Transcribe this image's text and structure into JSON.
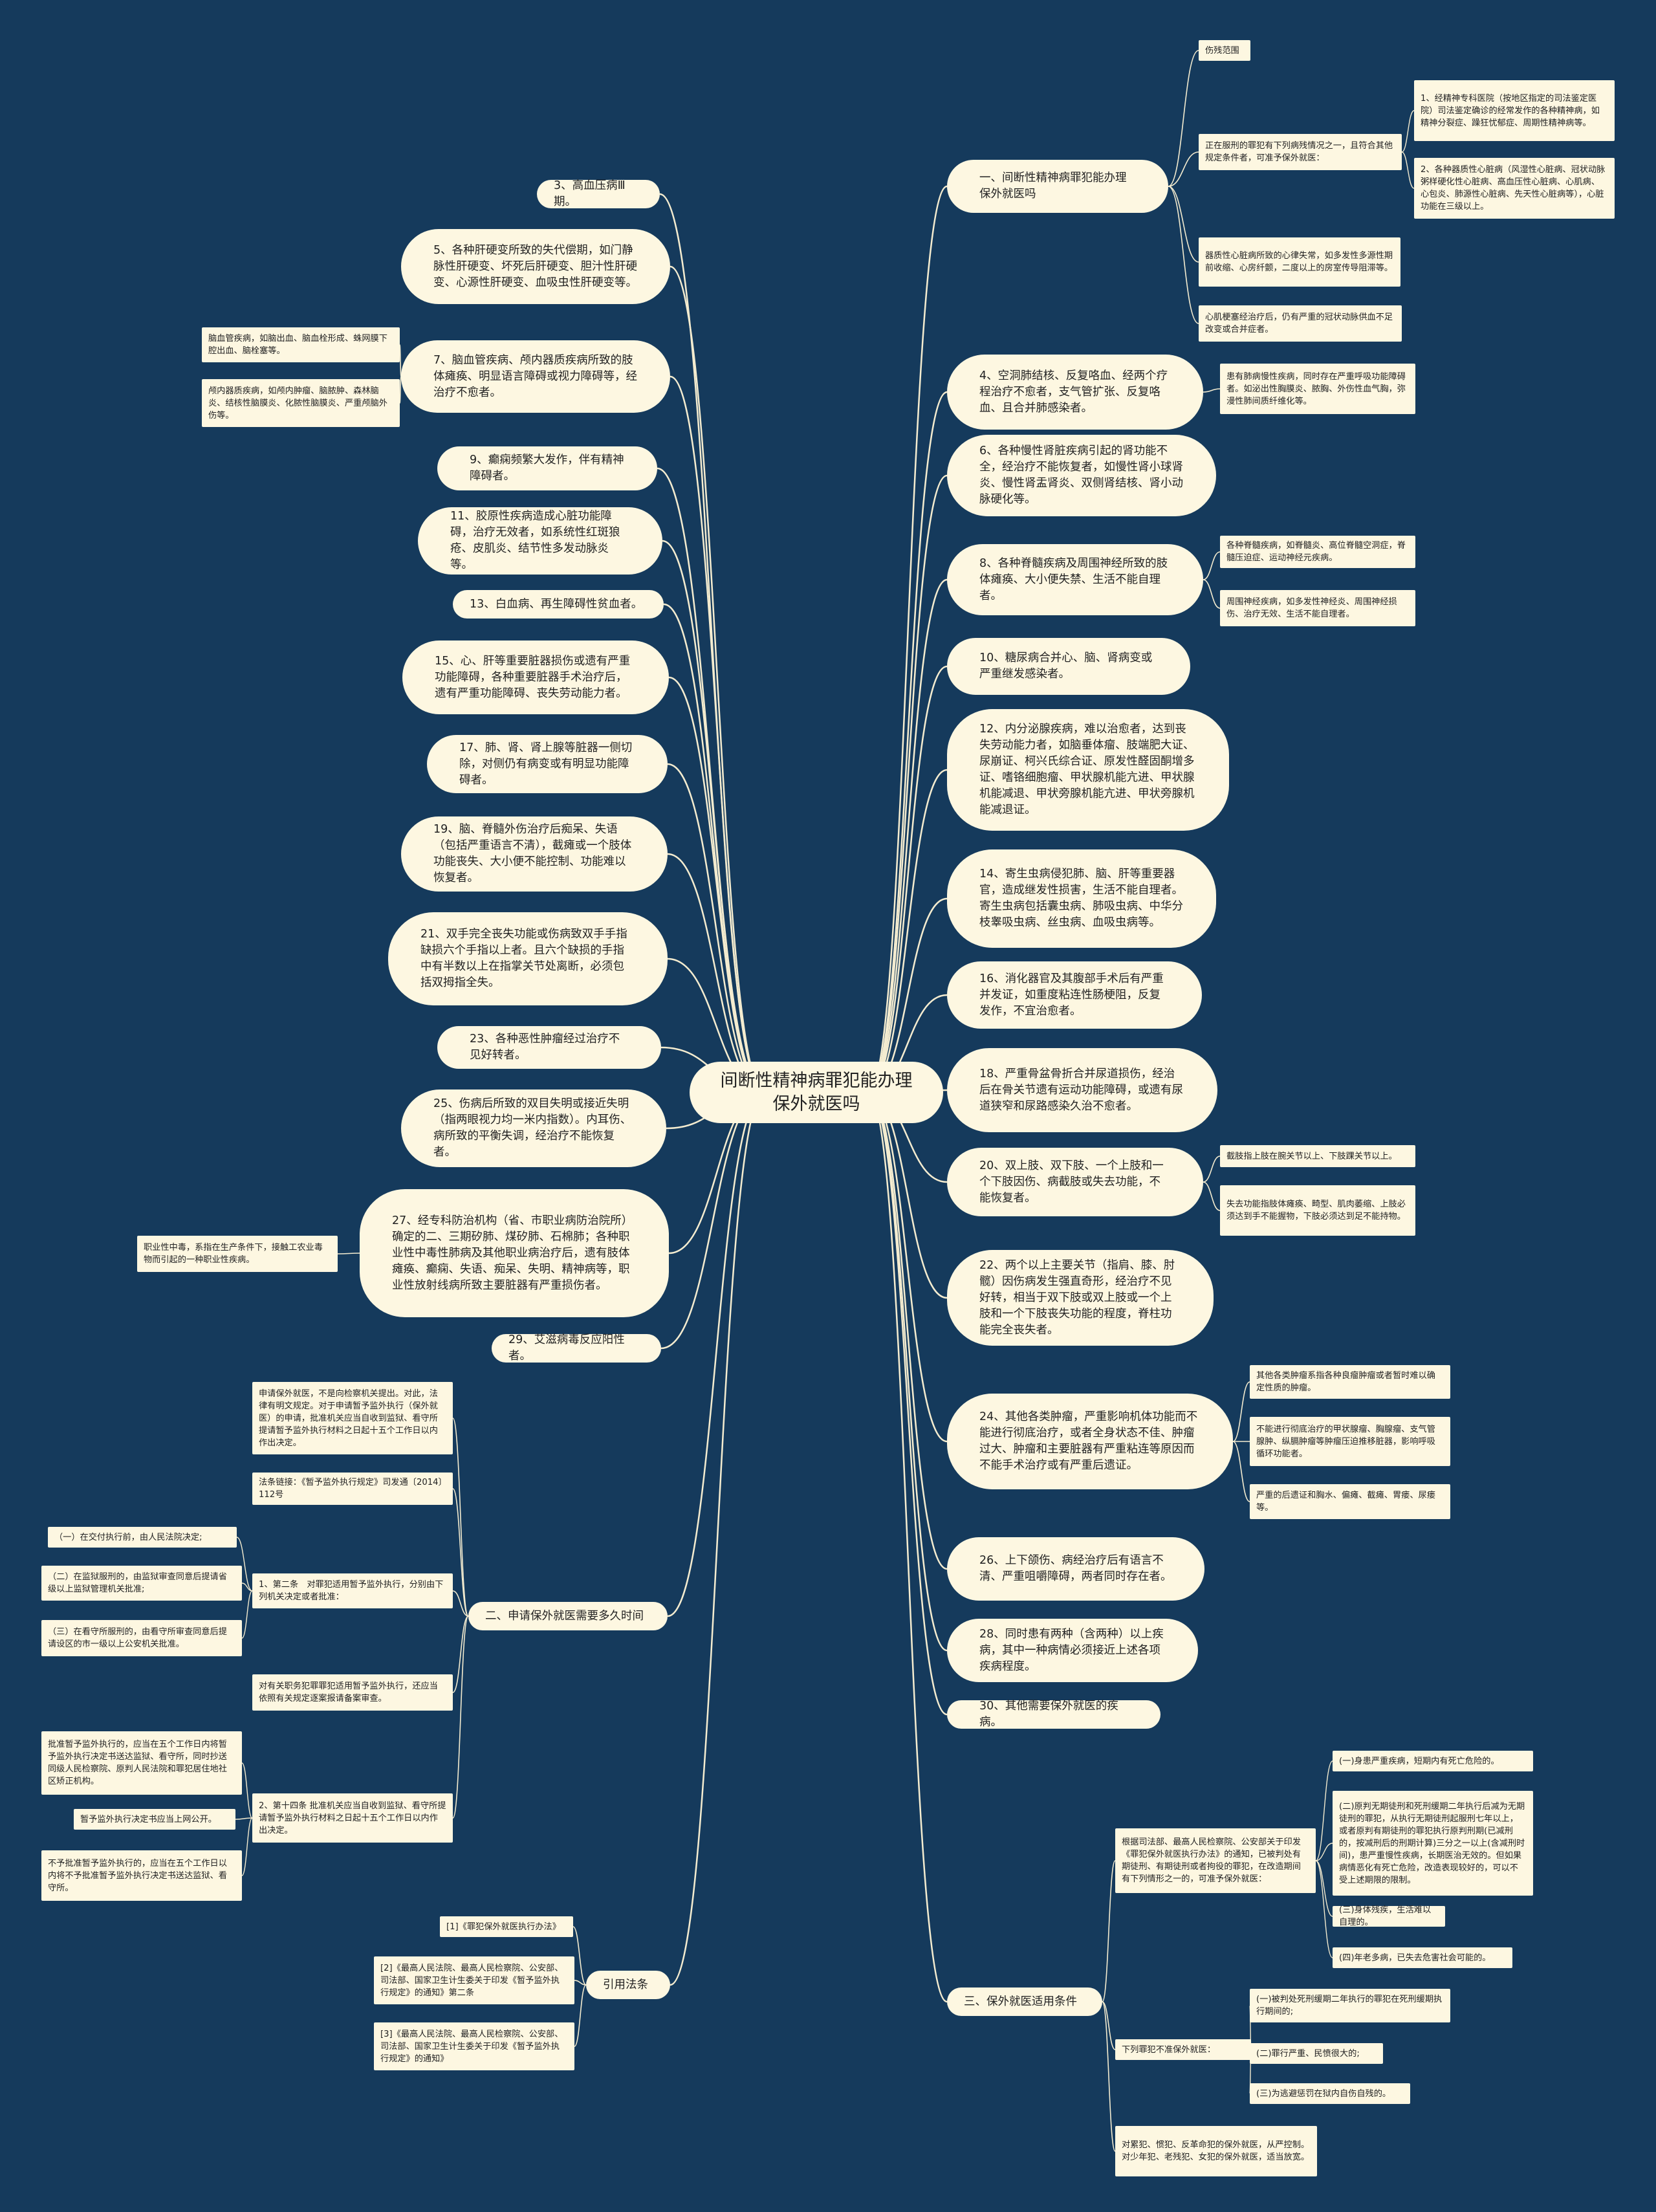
{
  "root": {
    "label": "间断性精神病罪犯能办理保外就医吗"
  },
  "right": {
    "q1": {
      "label": "一、间断性精神病罪犯能办理保外就医吗"
    },
    "q1_subs": [
      {
        "label": "伤残范围"
      },
      {
        "label": "正在服刑的罪犯有下列病残情况之一，且符合其他规定条件者，可准予保外就医："
      },
      {
        "label": "器质性心脏病所致的心律失常，如多发性多源性期前收缩、心房纤颤，二度以上的房室传导阻滞等。"
      },
      {
        "label": "心肌梗塞经治疗后，仍有严重的冠状动脉供血不足改变或合并症者。"
      }
    ],
    "q1_leaves": [
      {
        "label": "1、经精神专科医院（按地区指定的司法鉴定医院）司法鉴定确诊的经常发作的各种精神病，如精神分裂症、躁狂忧郁症、周期性精神病等。"
      },
      {
        "label": "2、各种器质性心脏病（风湿性心脏病、冠状动脉粥样硬化性心脏病、高血压性心脏病、心肌病、心包炎、肺源性心脏病、先天性心脏病等），心脏功能在三级以上。"
      }
    ],
    "items": [
      {
        "label": "4、空洞肺结核、反复咯血、经两个疗程治疗不愈者，支气管扩张、反复咯血、且合并肺感染者。"
      },
      {
        "label": "6、各种慢性肾脏疾病引起的肾功能不全，经治疗不能恢复者，如慢性肾小球肾炎、慢性肾盂肾炎、双侧肾结核、肾小动脉硬化等。"
      },
      {
        "label": "8、各种脊髓疾病及周围神经所致的肢体瘫痪、大小便失禁、生活不能自理者。"
      },
      {
        "label": "10、糖尿病合并心、脑、肾病变或严重继发感染者。"
      },
      {
        "label": "12、内分泌腺疾病，难以治愈者，达到丧失劳动能力者，如脑垂体瘤、肢端肥大证、尿崩证、柯兴氏综合证、原发性醛固酮增多证、嗜铬细胞瘤、甲状腺机能亢进、甲状腺机能减退、甲状旁腺机能亢进、甲状旁腺机能减退证。"
      },
      {
        "label": "14、寄生虫病侵犯肺、脑、肝等重要器官，造成继发性损害，生活不能自理者。寄生虫病包括囊虫病、肺吸虫病、中华分枝睾吸虫病、丝虫病、血吸虫病等。"
      },
      {
        "label": "16、消化器官及其腹部手术后有严重并发证，如重度粘连性肠梗阻，反复发作，不宜治愈者。"
      },
      {
        "label": "18、严重骨盆骨折合并尿道损伤，经治后在骨关节遗有运动功能障碍，或遗有尿道狭窄和尿路感染久治不愈者。"
      },
      {
        "label": "20、双上肢、双下肢、一个上肢和一个下肢因伤、病截肢或失去功能，不能恢复者。"
      },
      {
        "label": "22、两个以上主要关节（指肩、膝、肘髋）因伤病发生强直奇形，经治疗不见好转，相当于双下肢或双上肢或一个上肢和一个下肢丧失功能的程度，脊柱功能完全丧失者。"
      },
      {
        "label": "24、其他各类肿瘤，严重影响机体功能而不能进行彻底治疗，或者全身状态不佳、肿瘤过大、肿瘤和主要脏器有严重粘连等原因而不能手术治疗或有严重后遗证。"
      },
      {
        "label": "26、上下颌伤、病经治疗后有语言不清、严重咀嚼障碍，两者同时存在者。"
      },
      {
        "label": "28、同时患有两种（含两种）以上疾病，其中一种病情必须接近上述各项疾病程度。"
      },
      {
        "label": "30、其他需要保外就医的疾病。"
      }
    ],
    "item_tags": [
      {
        "label": "患有肺病慢性疾病，同时存在严重呼吸功能障碍者。如泌出性胸膜炎、脓胸、外伤性血气胸，弥漫性肺间质纤维化等。"
      },
      {
        "label": "各种脊髓疾病，如脊髓炎、高位脊髓空洞症，脊髓压迫症、运动神经元疾病。"
      },
      {
        "label": "周围神经疾病，如多发性神经炎、周围神经损伤、治疗无效、生活不能自理者。"
      },
      {
        "label": "截肢指上肢在腕关节以上、下肢踝关节以上。"
      },
      {
        "label": "失去功能指肢体瘫痪、畸型、肌肉萎缩、上肢必须达到手不能握物，下肢必须达到足不能持物。"
      },
      {
        "label": "其他各类肿瘤系指各种良瘤肿瘤或者暂时难以确定性质的肿瘤。"
      },
      {
        "label": "不能进行彻底治疗的甲状腺瘤、胸腺瘤、支气管腺肿、纵膈肿瘤等肿瘤压迫推移脏器，影响呼吸循环功能者。"
      },
      {
        "label": "严重的后遗证和胸水、偏瘫、截瘫、胃瘘、尿瘘等。"
      }
    ],
    "s3": {
      "label": "三、保外就医适用条件"
    },
    "s3_subs": [
      {
        "label": "根据司法部、最高人民检察院、公安部关于印发《罪犯保外就医执行办法》的通知，已被判处有期徒刑、有期徒刑或者拘役的罪犯，在改造期间有下列情形之一的，可准予保外就医："
      },
      {
        "label": "下列罪犯不准保外就医："
      },
      {
        "label": "对累犯、惯犯、反革命犯的保外就医，从严控制。对少年犯、老残犯、女犯的保外就医，适当放宽。"
      }
    ],
    "s3_leaves_a": [
      {
        "label": "(一)身患严重疾病，短期内有死亡危险的。"
      },
      {
        "label": "(二)原判无期徒刑和死刑缓期二年执行后减为无期徒刑的罪犯，从执行无期徒刑起服刑七年以上，或者原判有期徒刑的罪犯执行原判刑期(已减刑的，按减刑后的刑期计算)三分之一以上(含减刑时间)，患严重慢性疾病，长期医治无效的。但如果病情恶化有死亡危险，改造表现较好的，可以不受上述期限的限制。"
      },
      {
        "label": "(三)身体残疾，生活难以自理的。"
      },
      {
        "label": "(四)年老多病，已失去危害社会可能的。"
      }
    ],
    "s3_leaves_b": [
      {
        "label": "(一)被判处死刑缓期二年执行的罪犯在死刑缓期执行期间的;"
      },
      {
        "label": "(二)罪行严重、民愤很大的;"
      },
      {
        "label": "(三)为逃避惩罚在狱内自伤自残的。"
      }
    ]
  },
  "left": {
    "items": [
      {
        "label": "3、高血压病Ⅲ期。"
      },
      {
        "label": "5、各种肝硬变所致的失代偿期，如门静脉性肝硬变、坏死后肝硬变、胆汁性肝硬变、心源性肝硬变、血吸虫性肝硬变等。"
      },
      {
        "label": "7、脑血管疾病、颅内器质疾病所致的肢体瘫痪、明显语言障碍或视力障碍等，经治疗不愈者。"
      },
      {
        "label": "9、癫痫频繁大发作，伴有精神障碍者。"
      },
      {
        "label": "11、胶原性疾病造成心脏功能障碍，治疗无效者，如系统性红斑狼疮、皮肌炎、结节性多发动脉炎等。"
      },
      {
        "label": "13、白血病、再生障碍性贫血者。"
      },
      {
        "label": "15、心、肝等重要脏器损伤或遗有严重功能障碍，各种重要脏器手术治疗后，遗有严重功能障碍、丧失劳动能力者。"
      },
      {
        "label": "17、肺、肾、肾上腺等脏器一侧切除，对侧仍有病变或有明显功能障碍者。"
      },
      {
        "label": "19、脑、脊髓外伤治疗后痴呆、失语（包括严重语言不清），截瘫或一个肢体功能丧失、大小便不能控制、功能难以恢复者。"
      },
      {
        "label": "21、双手完全丧失功能或伤病致双手手指缺损六个手指以上者。且六个缺损的手指中有半数以上在指掌关节处离断，必须包括双拇指全失。"
      },
      {
        "label": "23、各种恶性肿瘤经过治疗不见好转者。"
      },
      {
        "label": "25、伤病后所致的双目失明或接近失明（指两眼视力均一米内指数）。内耳伤、病所致的平衡失调，经治疗不能恢复者。"
      },
      {
        "label": "27、经专科防治机构（省、市职业病防治院所）确定的二、三期矽肺、煤矽肺、石棉肺；各种职业性中毒性肺病及其他职业病治疗后，遗有肢体瘫痪、癫痫、失语、痴呆、失明、精神病等，职业性放射线病所致主要脏器有严重损伤者。"
      },
      {
        "label": "29、艾滋病毒反应阳性者。"
      }
    ],
    "item_tags": [
      {
        "label": "脑血管疾病，如脑出血、脑血栓形成、蛛网膜下腔出血、脑栓塞等。"
      },
      {
        "label": "颅内器质疾病，如颅内肿瘤、脑脓肿、森林脑炎、结核性脑膜炎、化脓性脑膜炎、严重颅脑外伤等。"
      },
      {
        "label": "职业性中毒，系指在生产条件下，接触工农业毒物而引起的一种职业性疾病。"
      }
    ],
    "s2": {
      "label": "二、申请保外就医需要多久时间"
    },
    "s2_subs": [
      {
        "label": "申请保外就医，不是向检察机关提出。对此，法律有明文规定。对于申请暂予监外执行（保外就医）的申请，批准机关应当自收到监狱、看守所提请暂予监外执行材料之日起十五个工作日以内作出决定。"
      },
      {
        "label": "法条链接：《暂予监外执行规定》司发通〔2014〕112号"
      },
      {
        "label": "1、第二条　对罪犯适用暂予监外执行，分别由下列机关决定或者批准："
      },
      {
        "label": "对有关职务犯罪罪犯适用暂予监外执行，还应当依照有关规定逐案报请备案审查。"
      },
      {
        "label": "2、第十四条 批准机关应当自收到监狱、看守所提请暂予监外执行材料之日起十五个工作日以内作出决定。"
      }
    ],
    "s2_leaves_a": [
      {
        "label": "（一）在交付执行前，由人民法院决定;"
      },
      {
        "label": "（二）在监狱服刑的，由监狱审查同意后提请省级以上监狱管理机关批准;"
      },
      {
        "label": "（三）在看守所服刑的，由看守所审查同意后提请设区的市一级以上公安机关批准。"
      }
    ],
    "s2_leaves_b": [
      {
        "label": "批准暂予监外执行的，应当在五个工作日内将暂予监外执行决定书送达监狱、看守所，同时抄送同级人民检察院、原判人民法院和罪犯居住地社区矫正机构。"
      },
      {
        "label": "暂予监外执行决定书应当上网公开。"
      },
      {
        "label": "不予批准暂予监外执行的，应当在五个工作日以内将不予批准暂予监外执行决定书送达监狱、看守所。"
      }
    ],
    "ref": {
      "label": "引用法条"
    },
    "ref_items": [
      {
        "label": "[1]《罪犯保外就医执行办法》"
      },
      {
        "label": "[2]《最高人民法院、最高人民检察院、公安部、司法部、国家卫生计生委关于印发《暂予监外执行规定》的通知》第二条"
      },
      {
        "label": "[3]《最高人民法院、最高人民检察院、公安部、司法部、国家卫生计生委关于印发《暂予监外执行规定》的通知》"
      }
    ]
  },
  "colors": {
    "background": "#153a5c",
    "node_fill": "#fdf7e1",
    "line": "#f4ecd0"
  }
}
